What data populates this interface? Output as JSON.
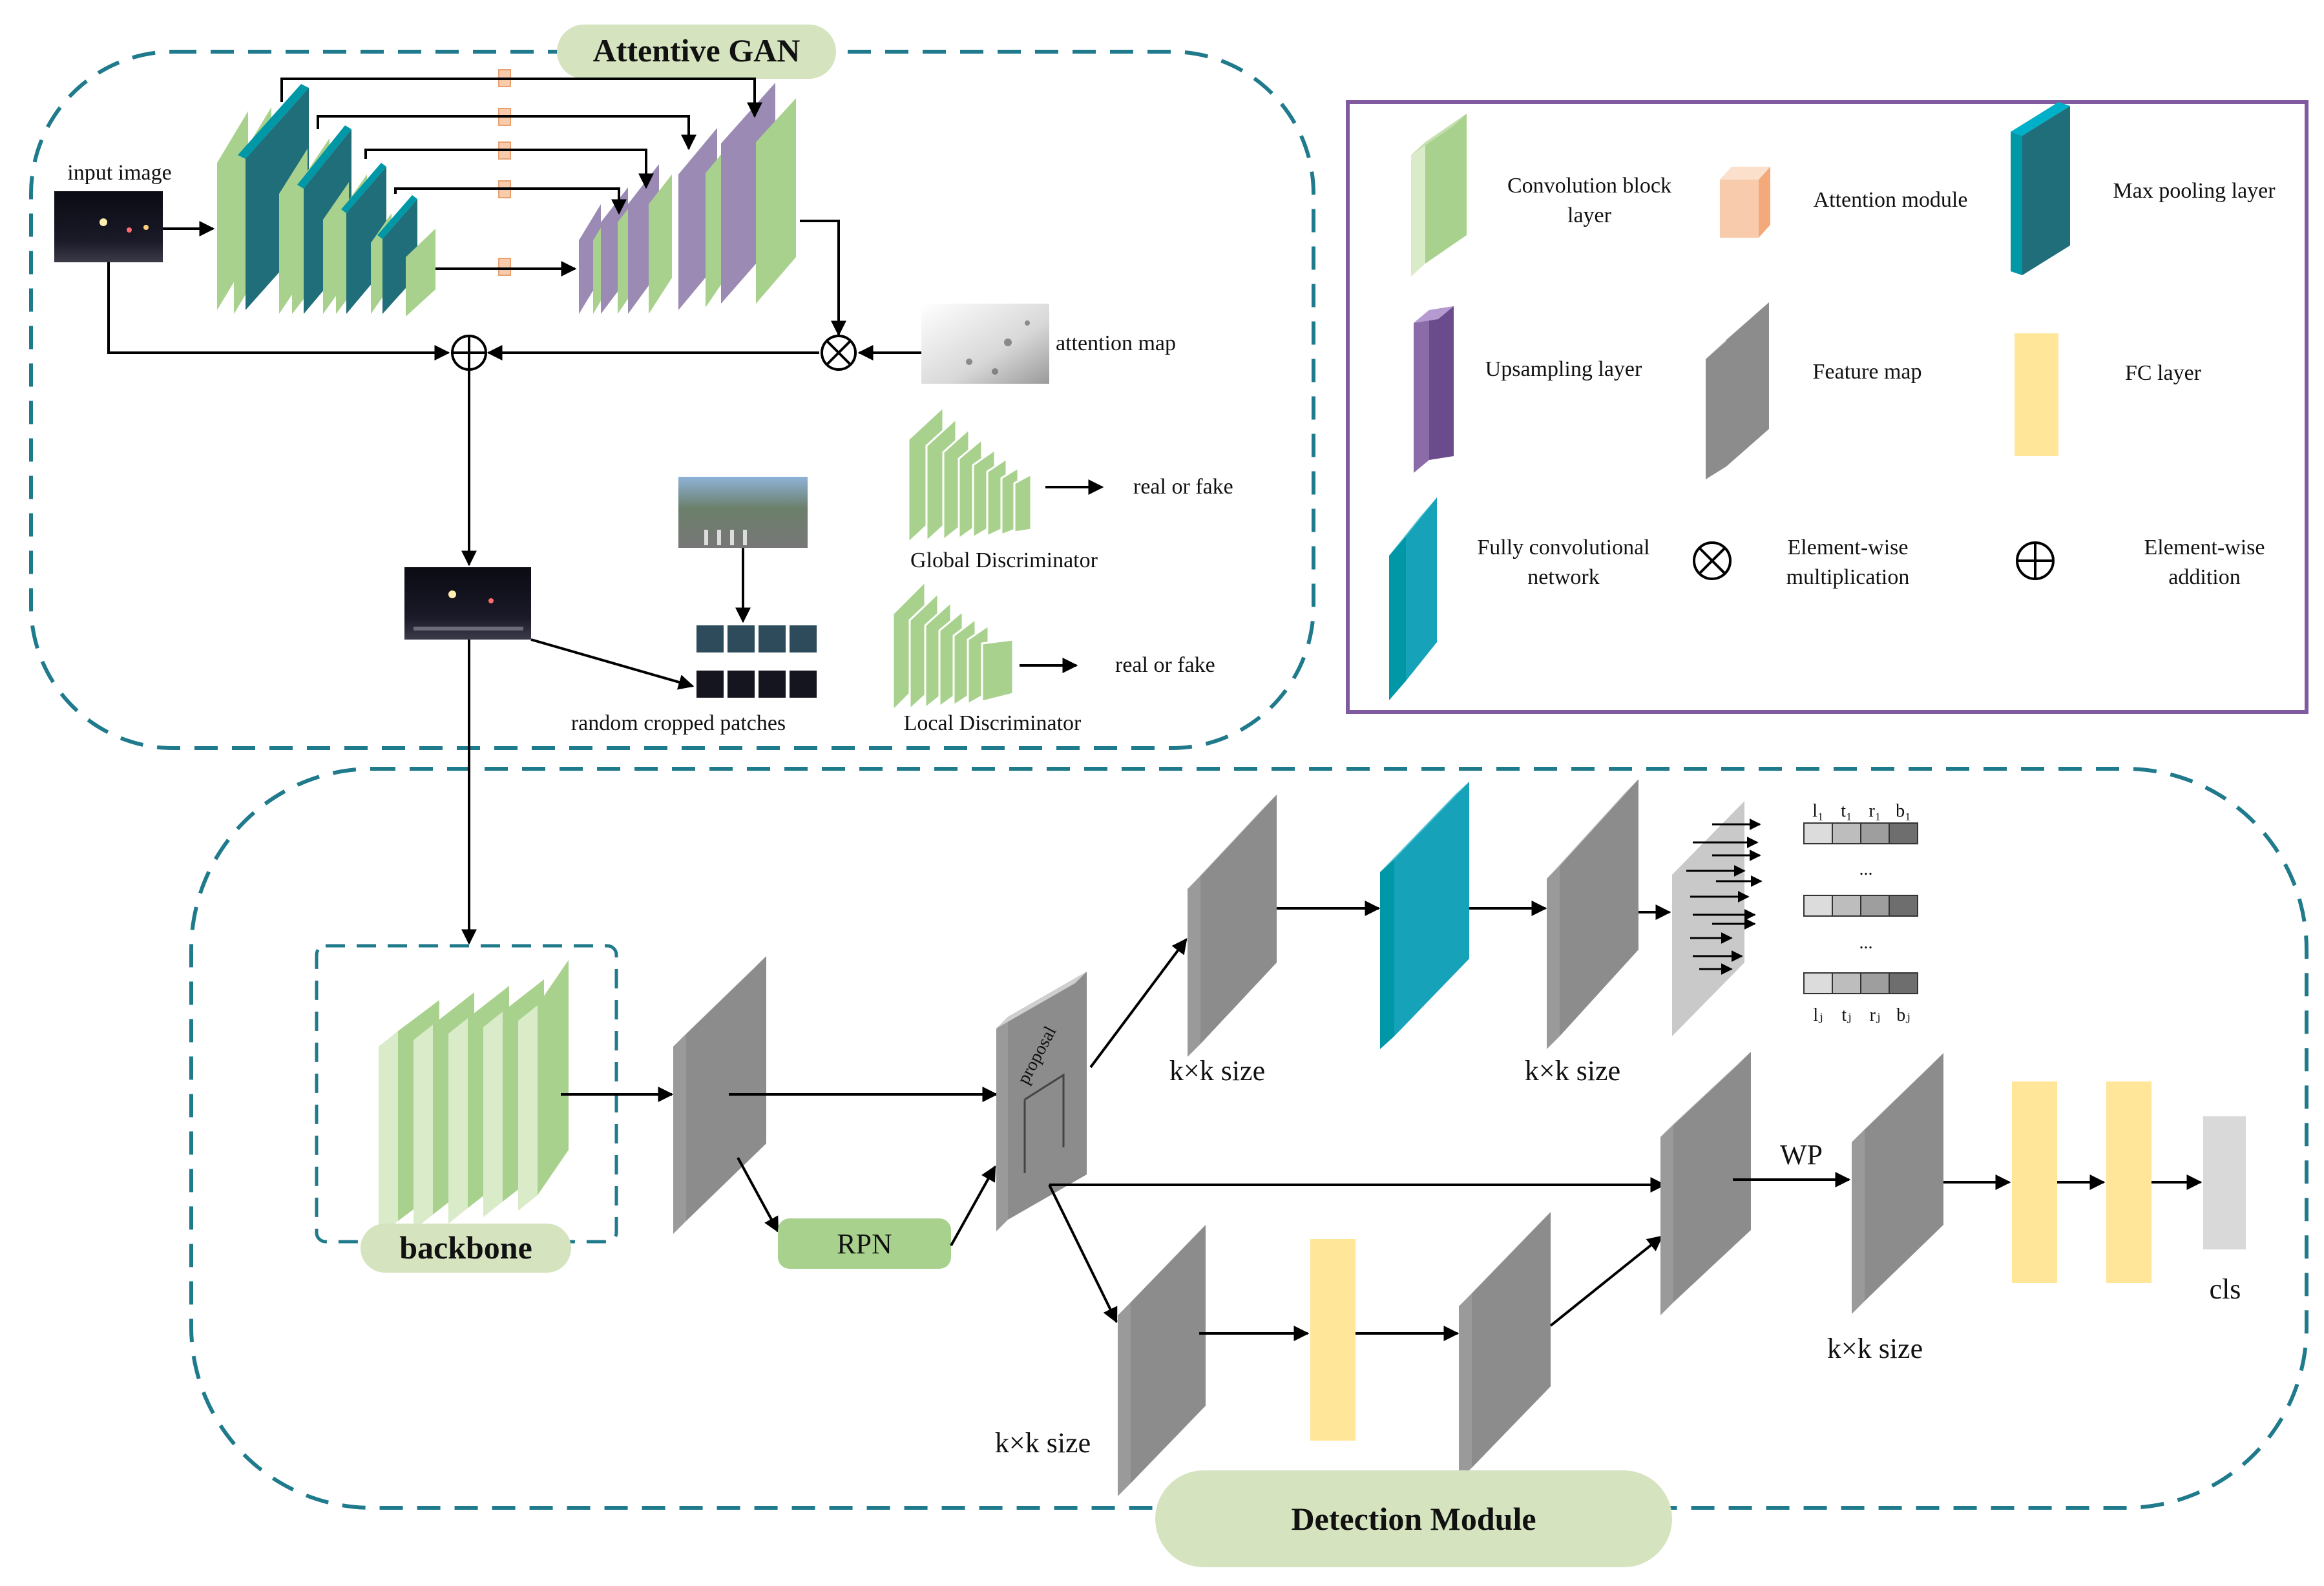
{
  "gan": {
    "title": "Attentive GAN",
    "input_image": "input image",
    "attention_map": "attention map",
    "real_or_fake_global": "real or fake",
    "global_discriminator": "Global Discriminator",
    "real_or_fake_local": "real or fake",
    "local_discriminator": "Local Discriminator",
    "random_patches": "random cropped patches"
  },
  "legend": {
    "conv_block_line1": "Convolution block",
    "conv_block_line2": "layer",
    "attention_module": "Attention module",
    "max_pooling": "Max pooling layer",
    "upsampling": "Upsampling layer",
    "feature_map": "Feature map",
    "fc_layer": "FC  layer",
    "fcn_line1": "Fully convolutional",
    "fcn_line2": "network",
    "mult_line1": "Element-wise",
    "mult_line2": "multiplication",
    "add_line1": "Element-wise",
    "add_line2": "addition"
  },
  "detection": {
    "title": "Detection Module",
    "backbone": "backbone",
    "rpn": "RPN",
    "proposal": "proposal",
    "kxk_1": "k×k size",
    "kxk_2": "k×k size",
    "kxk_3": "k×k size",
    "kxk_4": "k×k size",
    "wp": "WP",
    "cls": "cls",
    "ellipsis_1": "...",
    "ellipsis_2": "...",
    "reg_top": [
      "l₁",
      "t₁",
      "r₁",
      "b₁"
    ],
    "reg_bottom": [
      "lⱼ",
      "tⱼ",
      "rⱼ",
      "bⱼ"
    ]
  },
  "colors": {
    "green": "#a9d18e",
    "teal": "#0097a7",
    "dark_teal": "#1f6e7a",
    "purple": "#9b8bb4",
    "gray": "#8c8c8c",
    "yellow": "#ffe699",
    "attention": "#f8cbad",
    "pill": "#d5e3bf",
    "legend_border": "#7f5a9e",
    "dash": "#1f7a8c"
  }
}
